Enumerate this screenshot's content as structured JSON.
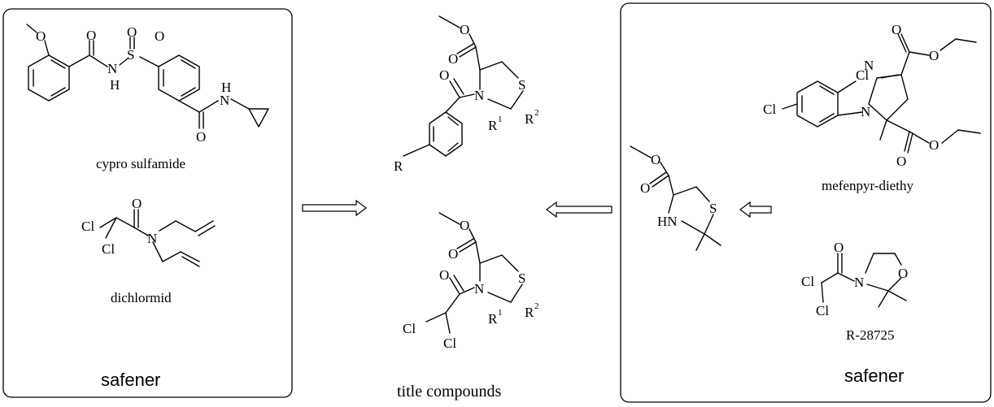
{
  "captions": {
    "cyprosulfamide": "cypro sulfamide",
    "dichlormid": "dichlormid",
    "safener_left": "safener",
    "title_compounds": "title compounds",
    "mefenpyr": "mefenpyr-diethy",
    "r28725": "R-28725",
    "safener_right": "safener"
  },
  "atoms": {
    "O": "O",
    "S": "S",
    "N": "N",
    "H": "H",
    "HN": "HN",
    "Cl": "Cl",
    "R": "R",
    "R1": "R",
    "R2": "R",
    "sup1": "1",
    "sup2": "2"
  }
}
